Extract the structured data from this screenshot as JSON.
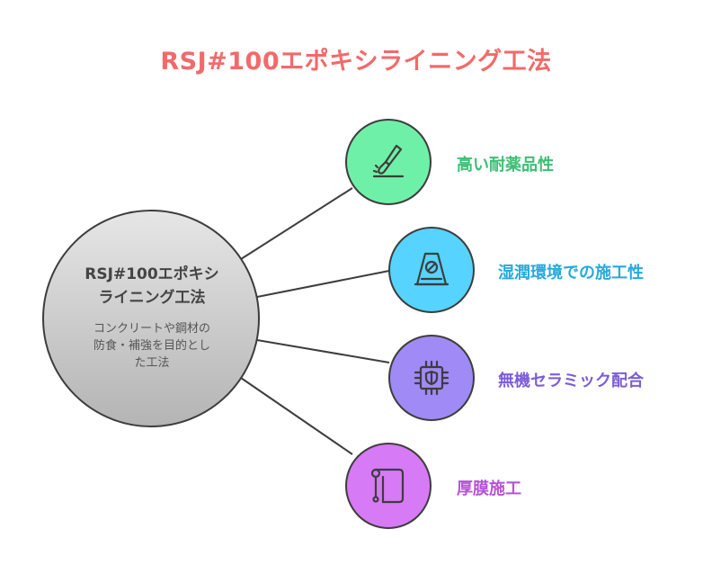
{
  "title": "RSJ#100エポキシライニング工法",
  "colors": {
    "title": "#f26a6a",
    "line": "#3d3d3d",
    "center_fill_top": "#e6e6e6",
    "center_fill_bottom": "#b4b4b4"
  },
  "center": {
    "title_line1": "RSJ#100エポキシ",
    "title_line2": "ライニング工法",
    "desc_line1": "コンクリートや鋼材の",
    "desc_line2": "防食・補強を目的とし",
    "desc_line3": "た工法"
  },
  "nodes": [
    {
      "label": "高い耐薬品性",
      "color": "#3ebe74",
      "fill": "#6ff0a8",
      "icon": "spatula-icon"
    },
    {
      "label": "湿潤環境での施工性",
      "color": "#27a9dc",
      "fill": "#56d3ff",
      "icon": "wet-floor-sign-icon"
    },
    {
      "label": "無機セラミック配合",
      "color": "#7c5cd9",
      "fill": "#a08af5",
      "icon": "microchip-shield-icon"
    },
    {
      "label": "厚膜施工",
      "color": "#b653d6",
      "fill": "#d77af5",
      "icon": "scroll-icon"
    }
  ]
}
